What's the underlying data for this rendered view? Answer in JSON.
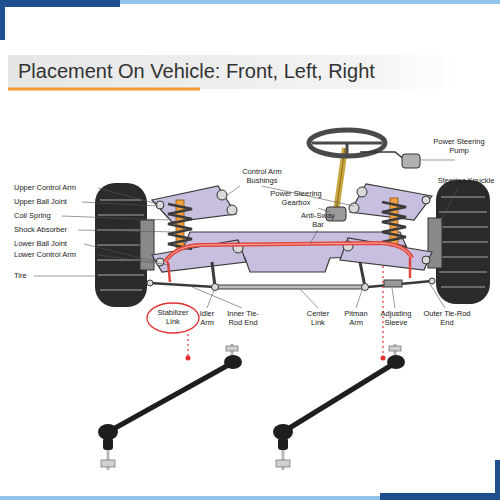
{
  "diagram": {
    "title": "Placement On Vehicle: Front, Left, Right",
    "nodes": [
      {
        "text": [
          "Stabilizer Link"
        ]
      }
    ],
    "labels": [
      "Upper Control Arm",
      "Upper Ball Joint",
      "Coil Spring",
      "Shock Absorber",
      "Lower Ball Joint",
      "Lower Control Arm",
      "Tire",
      "Control Arm Bushings",
      "Power Steering Gearbox",
      "Anti-Sway Bar",
      "Power Steering Pump",
      "Steering Knuckle",
      "Idler Arm",
      "Inner Tie-Rod End",
      "Center Link",
      "Pitman Arm",
      "Adjusting Sleeve",
      "Outer Tie-Rod End"
    ]
  }
}
